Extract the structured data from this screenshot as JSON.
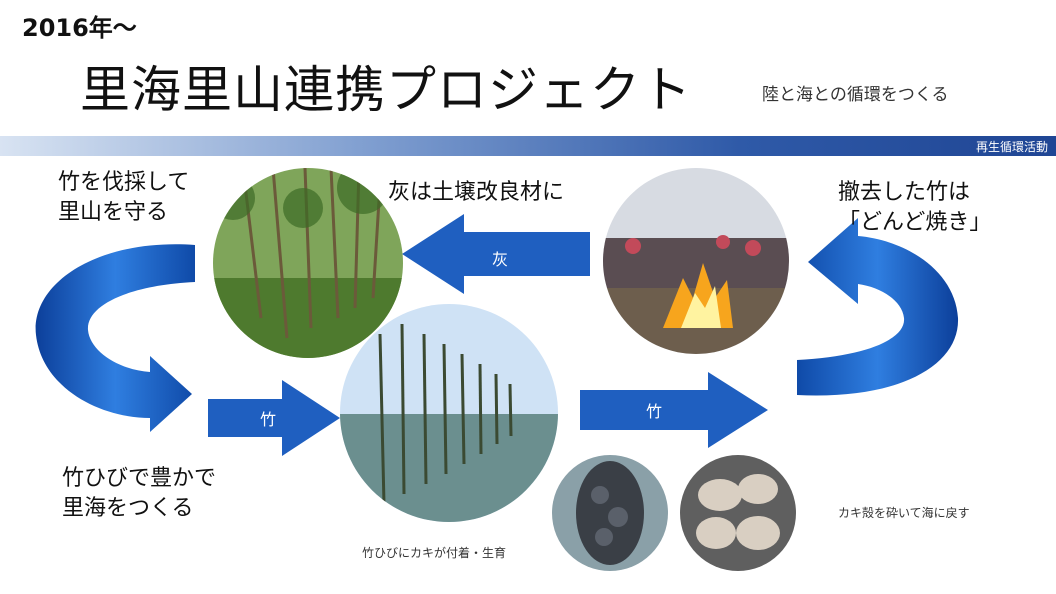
{
  "header": {
    "year": "2016年〜",
    "title": "里海里山連携プロジェクト",
    "subtitle": "陸と海との循環をつくる",
    "band_label": "再生循環活動"
  },
  "labels": {
    "cut_bamboo": [
      "竹を伐採して",
      "里山を守る"
    ],
    "ash_soil": "灰は土壌改良材に",
    "remove_bamboo": [
      "撤去した竹は",
      "「どんど焼き」"
    ],
    "rich_sea": [
      "竹ひびで豊かで",
      "里海をつくる"
    ],
    "oyster_attach": "竹ひびにカキが付着・生育",
    "oyster_return": "カキ殻を砕いて海に戻す"
  },
  "arrows": {
    "ash": "灰",
    "bamboo_left": "竹",
    "bamboo_right": "竹"
  },
  "colors": {
    "arrow_blue": "#1f5fc0",
    "band_dark": "#1f4594"
  }
}
